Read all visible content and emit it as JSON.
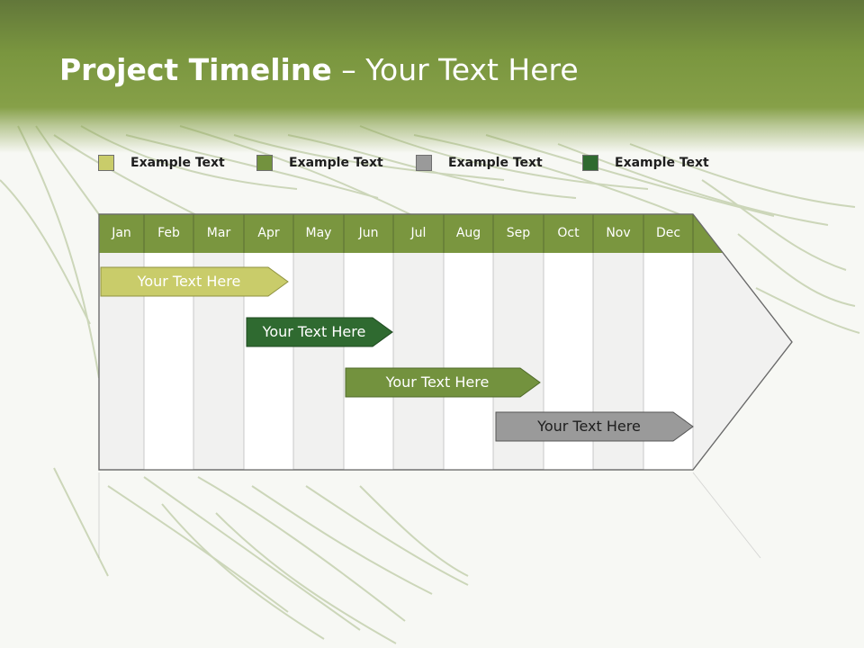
{
  "title": {
    "bold": "Project Timeline",
    "rest": " – Your Text Here"
  },
  "legend": [
    {
      "label": "Example Text",
      "color": "#c9cc6a"
    },
    {
      "label": "Example Text",
      "color": "#73923e"
    },
    {
      "label": "Example Text",
      "color": "#9a9a9a"
    },
    {
      "label": "Example Text",
      "color": "#2f6a30"
    }
  ],
  "months": [
    "Jan",
    "Feb",
    "Mar",
    "Apr",
    "May",
    "Jun",
    "Jul",
    "Aug",
    "Sep",
    "Oct",
    "Nov",
    "Dec"
  ],
  "tasks": [
    {
      "label": "Your  Text Here",
      "color": "#c9cc6a",
      "start_month": "Jan",
      "end_month": "Apr"
    },
    {
      "label": "Your  Text Here",
      "color": "#2f6a30",
      "start_month": "Apr",
      "end_month": "Jun"
    },
    {
      "label": "Your  Text Here",
      "color": "#73923e",
      "start_month": "Jun",
      "end_month": "Sep"
    },
    {
      "label": "Your  Text Here",
      "color": "#9a9a9a",
      "start_month": "Sep",
      "end_month": "Dec"
    }
  ],
  "colors": {
    "header_green": "#7a963f",
    "month_header": "#7a963f"
  }
}
